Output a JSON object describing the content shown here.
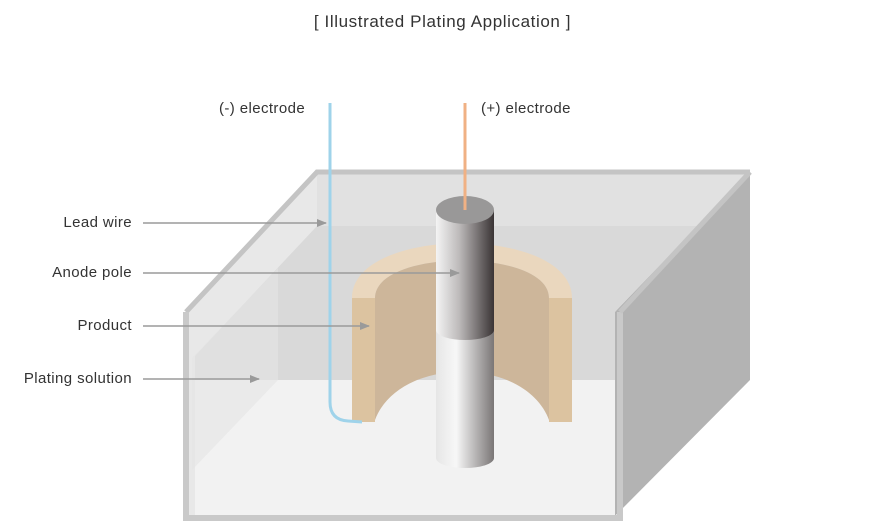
{
  "title": "[ Illustrated Plating Application ]",
  "labels": {
    "neg_electrode": "(-) electrode",
    "pos_electrode": "(+) electrode",
    "lead_wire": "Lead wire",
    "anode_pole": "Anode pole",
    "product": "Product",
    "plating_solution": "Plating solution"
  },
  "colors": {
    "neg_wire": "#9fd3ea",
    "pos_wire": "#f0b184",
    "tank_edge": "#c9c9c9",
    "tank_side": "#b3b3b3",
    "product": "#dcc3a0",
    "arrow": "#999999"
  }
}
